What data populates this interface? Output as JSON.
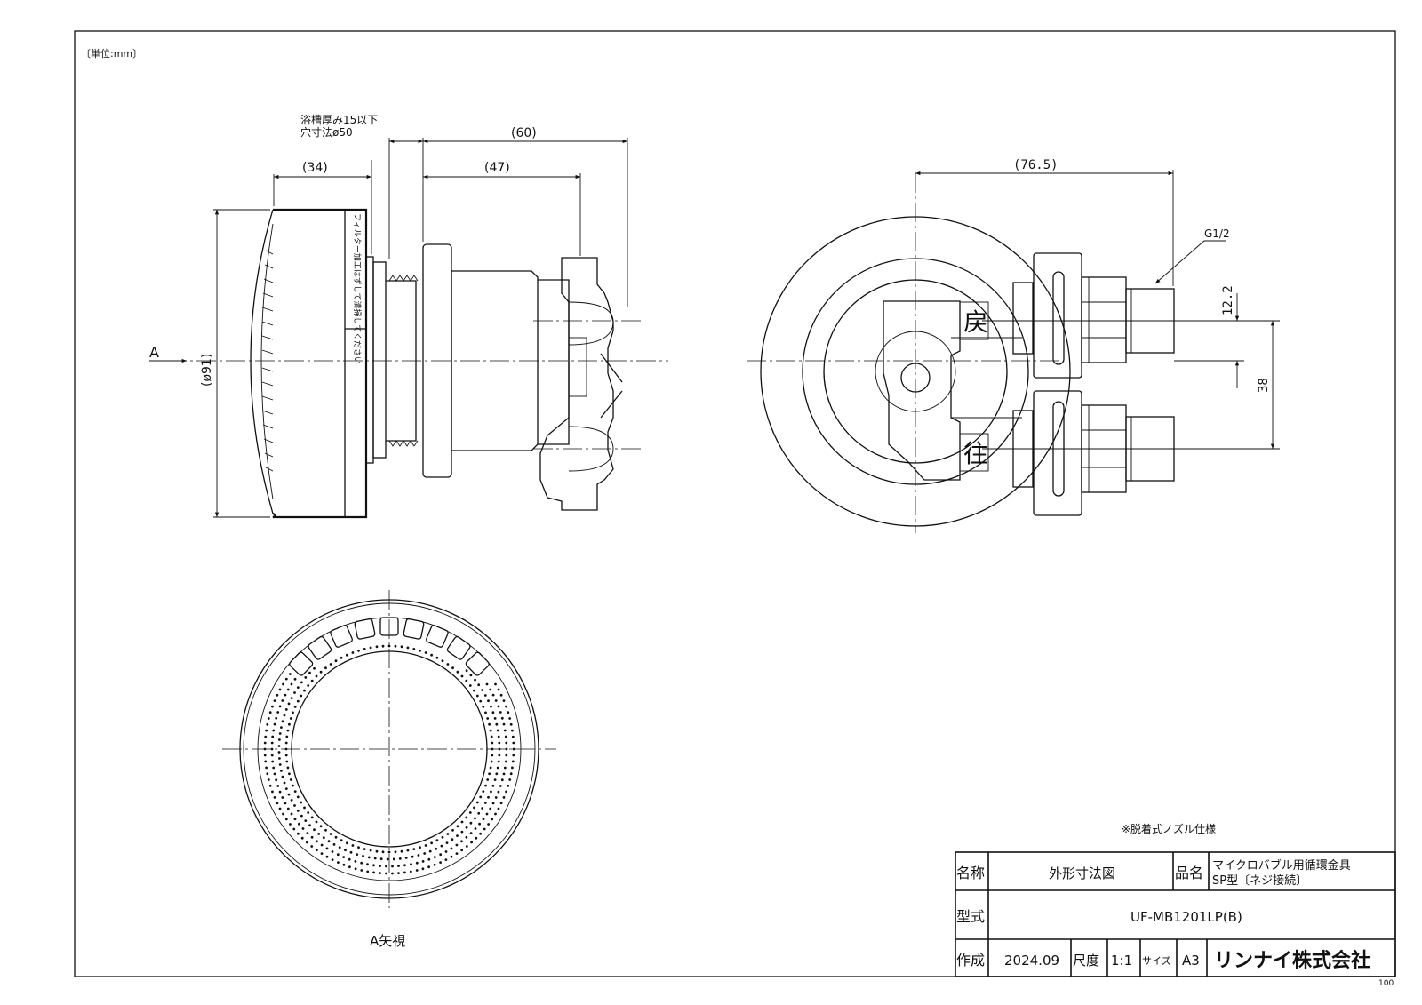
{
  "unit_label": "〔単位:mm〕",
  "side_view": {
    "note_line1": "浴槽厚み15以下",
    "note_line2": "穴寸法ø50",
    "dim_top": "(60)",
    "dim_left": "(34)",
    "dim_mid": "(47)",
    "dim_dia": "(ø91)",
    "arrow_label": "A",
    "cap_label": "フィルター加工はずして清掃してください"
  },
  "rear_view": {
    "dim_width": "(76.5)",
    "thread_label": "G1/2",
    "dim_offset": "12.2",
    "dim_pitch": "38",
    "return_char": "戻",
    "outgo_char": "往"
  },
  "front_view": {
    "caption": "A矢視"
  },
  "note": "※脱着式ノズル仕様",
  "title_block": {
    "name_label": "名称",
    "name_value": "外形寸法図",
    "product_label": "品名",
    "product_line1": "マイクロバブル用循環金具",
    "product_line2": "SP型〔ネジ接続〕",
    "model_label": "型式",
    "model_value": "UF-MB1201LP(B)",
    "made_label": "作成",
    "made_value": "2024.09",
    "scale_label": "尺度",
    "scale_value": "1:1",
    "size_label": "サイズ",
    "size_value": "A3",
    "company": "リンナイ株式会社"
  },
  "corner_code": "100"
}
